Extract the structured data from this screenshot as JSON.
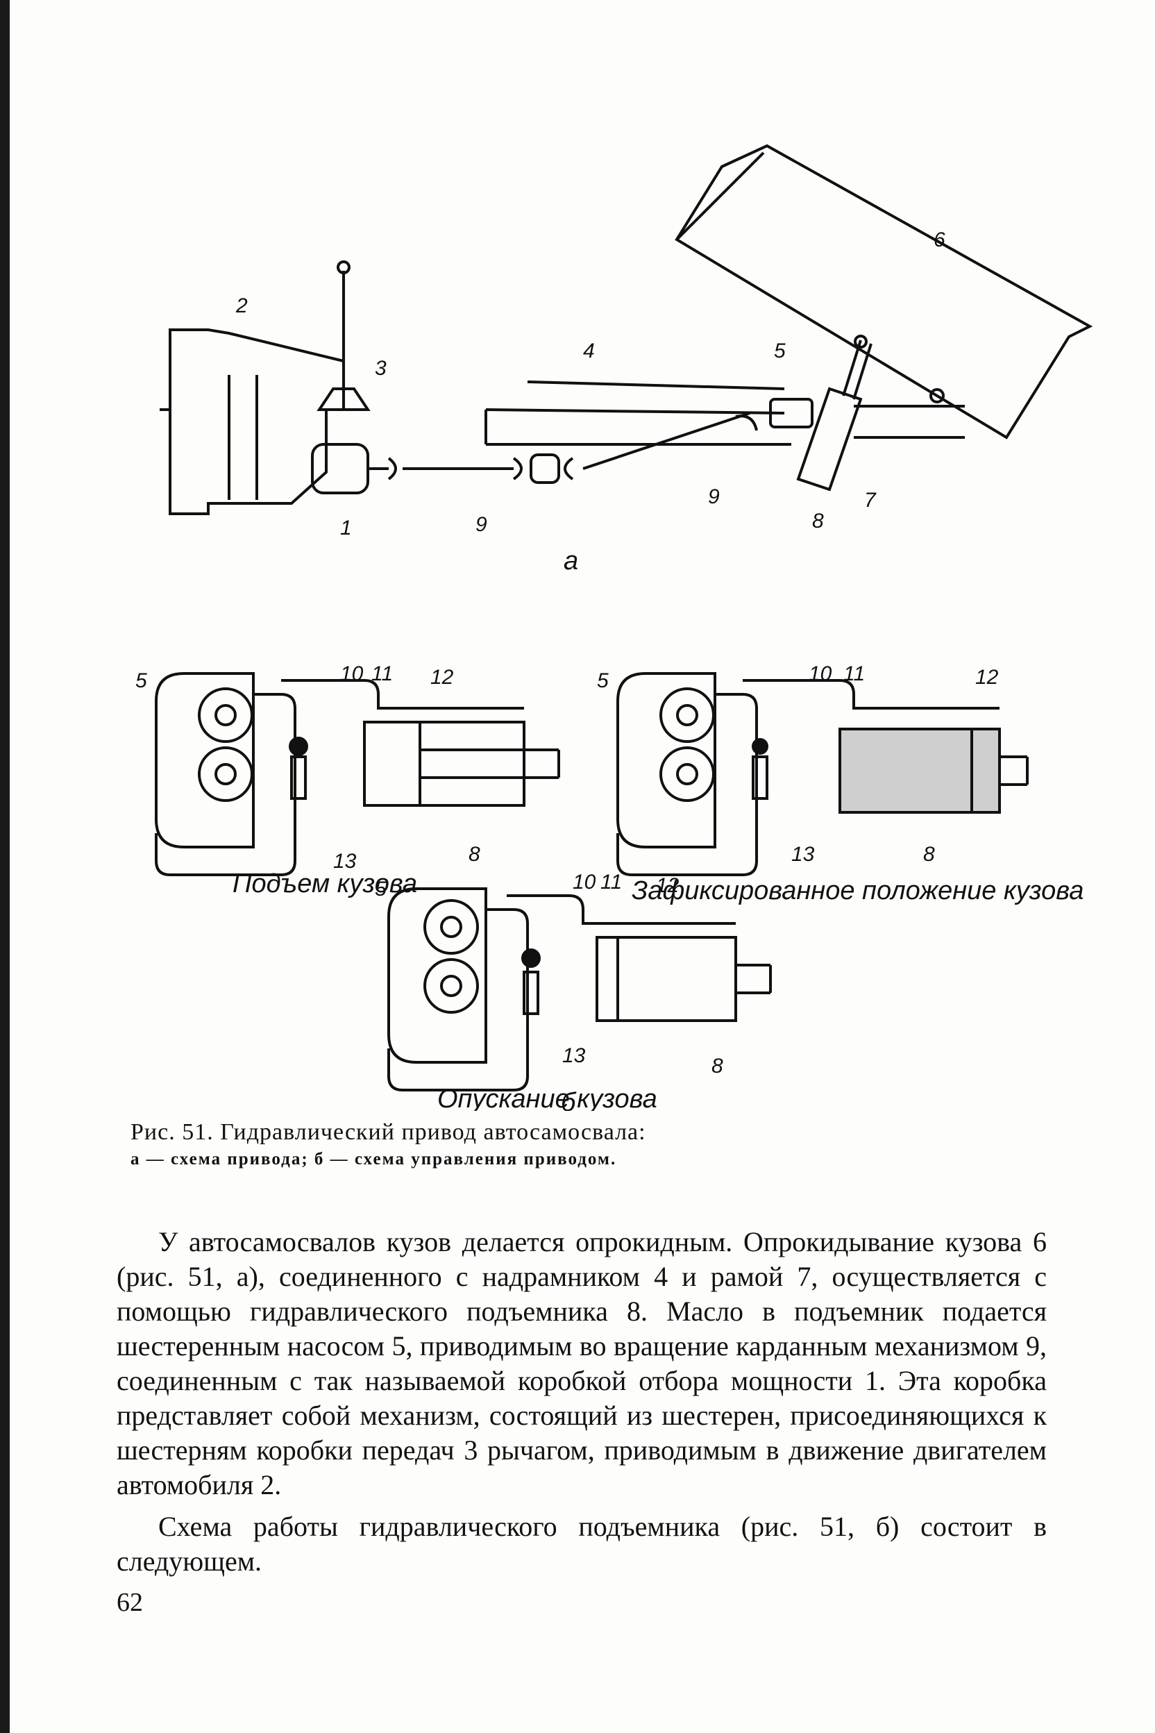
{
  "figure": {
    "part_a": {
      "sublabel": "а",
      "callouts": [
        "1",
        "2",
        "3",
        "4",
        "5",
        "6",
        "7",
        "8",
        "9",
        "9"
      ]
    },
    "part_b": {
      "sublabel": "б",
      "panels": [
        {
          "title": "Подъем кузова",
          "callouts": [
            "5",
            "10",
            "11",
            "12",
            "13",
            "8"
          ]
        },
        {
          "title": "Зафиксированное положение кузова",
          "callouts": [
            "5",
            "10",
            "11",
            "12",
            "13",
            "8"
          ]
        },
        {
          "title": "Опускание кузова",
          "callouts": [
            "5",
            "10",
            "11",
            "12",
            "13",
            "8"
          ]
        }
      ]
    },
    "caption": {
      "title": "Рис. 51. Гидравлический привод автосамосвала:",
      "subtitle": "а — схема привода; б — схема управления приводом."
    }
  },
  "body": {
    "paragraphs": [
      "У автосамосвалов кузов делается опрокидным. Опрокидывание кузова 6 (рис. 51, а), соединенного с надрамником 4 и рамой 7, осуществляется с помощью гидравлического подъемника 8. Масло в подъемник подается шестеренным насосом 5, приводимым во вращение карданным механизмом 9, соединенным с так называемой коробкой отбора мощности 1. Эта коробка представляет собой механизм, состоящий из шестерен, присоединяющихся к шестерням коробки передач 3 рычагом, приводимым в движение двигателем автомобиля 2.",
      "Схема работы гидравлического подъемника (рис. 51, б) состоит в следующем."
    ]
  },
  "page_number": "62"
}
